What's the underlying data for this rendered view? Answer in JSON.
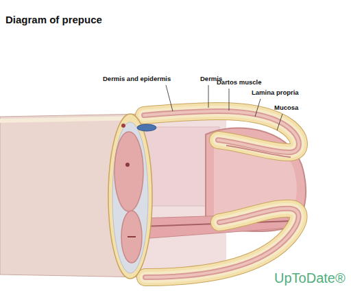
{
  "diagram": {
    "title": "Diagram of prepuce",
    "labels": [
      "Dermis and epidermis",
      "Dermis",
      "Dartos muscle",
      "Lamina propria",
      "Mucosa",
      "UpToDate®"
    ]
  }
}
